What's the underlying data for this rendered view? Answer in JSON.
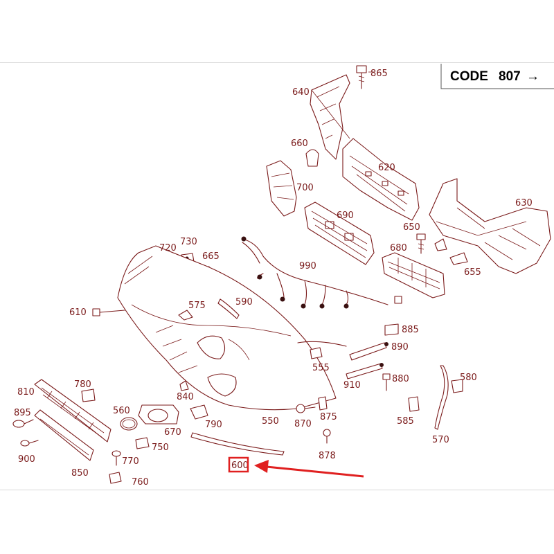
{
  "code_box": {
    "label": "CODE",
    "number": "807",
    "arrow": "→"
  },
  "parts": [
    {
      "id": "p865",
      "label": "865"
    },
    {
      "id": "p640",
      "label": "640"
    },
    {
      "id": "p660",
      "label": "660"
    },
    {
      "id": "p620",
      "label": "620"
    },
    {
      "id": "p700",
      "label": "700"
    },
    {
      "id": "p630",
      "label": "630"
    },
    {
      "id": "p690",
      "label": "690"
    },
    {
      "id": "p650",
      "label": "650"
    },
    {
      "id": "p680",
      "label": "680"
    },
    {
      "id": "p655",
      "label": "655"
    },
    {
      "id": "p720",
      "label": "720"
    },
    {
      "id": "p730",
      "label": "730"
    },
    {
      "id": "p665",
      "label": "665"
    },
    {
      "id": "p990",
      "label": "990"
    },
    {
      "id": "p610",
      "label": "610"
    },
    {
      "id": "p575",
      "label": "575"
    },
    {
      "id": "p590",
      "label": "590"
    },
    {
      "id": "p885",
      "label": "885"
    },
    {
      "id": "p890",
      "label": "890"
    },
    {
      "id": "p555",
      "label": "555"
    },
    {
      "id": "p910",
      "label": "910"
    },
    {
      "id": "p880",
      "label": "880"
    },
    {
      "id": "p580",
      "label": "580"
    },
    {
      "id": "p810",
      "label": "810"
    },
    {
      "id": "p780",
      "label": "780"
    },
    {
      "id": "p560",
      "label": "560"
    },
    {
      "id": "p840",
      "label": "840"
    },
    {
      "id": "p550",
      "label": "550"
    },
    {
      "id": "p870",
      "label": "870"
    },
    {
      "id": "p875",
      "label": "875"
    },
    {
      "id": "p585",
      "label": "585"
    },
    {
      "id": "p895",
      "label": "895"
    },
    {
      "id": "p670",
      "label": "670"
    },
    {
      "id": "p790",
      "label": "790"
    },
    {
      "id": "p570",
      "label": "570"
    },
    {
      "id": "p750",
      "label": "750"
    },
    {
      "id": "p900",
      "label": "900"
    },
    {
      "id": "p878",
      "label": "878"
    },
    {
      "id": "p770",
      "label": "770"
    },
    {
      "id": "p850",
      "label": "850"
    },
    {
      "id": "p760",
      "label": "760"
    },
    {
      "id": "p600",
      "label": "600"
    }
  ],
  "highlight": {
    "part_label": "600",
    "color": "#e02020"
  },
  "colors": {
    "line": "#7a1a1a",
    "highlight": "#e02020",
    "background": "#ffffff"
  }
}
